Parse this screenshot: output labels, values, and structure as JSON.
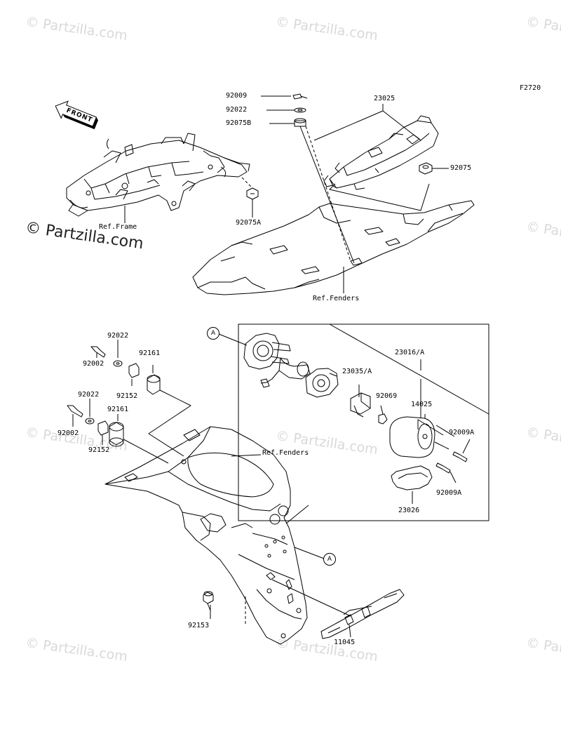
{
  "figure_code": "F2720",
  "front_label": "FRONT",
  "callout_letter": "A",
  "watermark_small": "© Partzilla.com",
  "watermark_large": "© Partzilla.com",
  "ref_labels": {
    "frame": "Ref.Frame",
    "fenders_top": "Ref.Fenders",
    "fenders_mid": "Ref.Fenders"
  },
  "parts": {
    "p92009": "92009",
    "p92022_top": "92022",
    "p92075B": "92075B",
    "p23025": "23025",
    "p92075": "92075",
    "p92075A": "92075A",
    "p92022_a": "92022",
    "p92002_a": "92002",
    "p92161_a": "92161",
    "p92152_a": "92152",
    "p92022_b": "92022",
    "p92161_b": "92161",
    "p92002_b": "92002",
    "p92152_b": "92152",
    "p23016A": "23016/A",
    "p23035A": "23035/A",
    "p92069": "92069",
    "p14025": "14025",
    "p92009A_a": "92009A",
    "p92009A_b": "92009A",
    "p23026": "23026",
    "p92153": "92153",
    "p11045": "11045"
  }
}
